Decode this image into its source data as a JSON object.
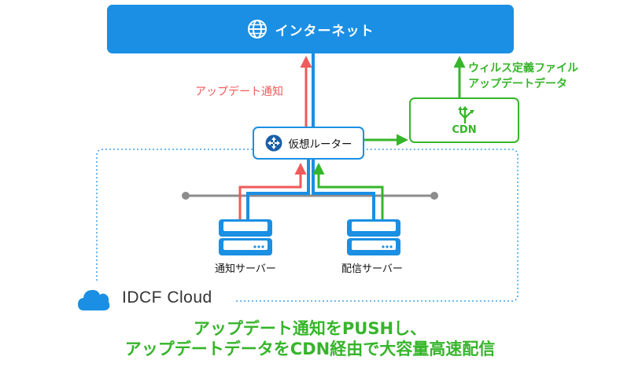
{
  "internet": {
    "label": "インターネット",
    "icon": "globe-icon"
  },
  "router": {
    "label": "仮想ルーター",
    "icon": "router-icon"
  },
  "cdn": {
    "label": "CDN",
    "icon": "branching-arrows-icon"
  },
  "flows": {
    "push_label": "アップデート通知",
    "download_label_line1": "ウィルス定義ファイル",
    "download_label_line2": "アップデートデータ"
  },
  "servers": [
    {
      "label": "通知サーバー",
      "icon": "server-icon"
    },
    {
      "label": "配信サーバー",
      "icon": "server-icon"
    }
  ],
  "brand": {
    "name": "IDCF Cloud",
    "icon": "cloud-icon"
  },
  "caption": {
    "line1": "アップデート通知をPUSHし、",
    "line2": "アップデートデータをCDN経由で大容量高速配信"
  },
  "colors": {
    "blue": "#1a8fe3",
    "red": "#ef5a5a",
    "green": "#36b52a",
    "gray": "#8c8c8c",
    "dotted": "#1a8fe3"
  }
}
